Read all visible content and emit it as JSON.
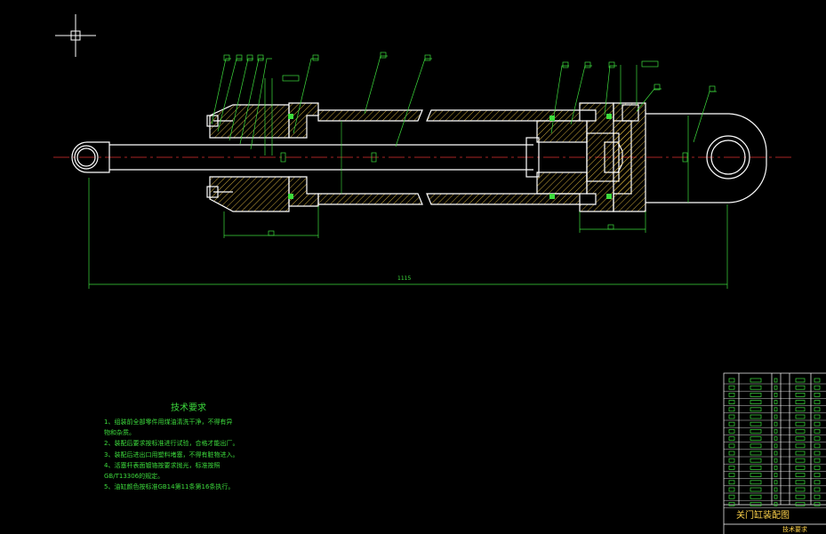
{
  "drawing": {
    "dimension_overall": "1115",
    "technical_requirements": {
      "title": "技术要求",
      "items": [
        "1、组装前全部零件用煤油清洗干净，不得有异",
        "   物和杂质。",
        "2、装配后要求按标准进行试验，合格才能出厂。",
        "3、装配后进出口用塑料堵塞，不得有脏物进入。",
        "4、活塞杆表面镀铬按要求抛光，标准按照",
        "GB/T13306的规定。",
        "5、油缸颜色按标准GB14第11条第16条执行。"
      ]
    },
    "title_block": {
      "drawing_name": "关门缸装配图",
      "sub_text": "技术要求"
    }
  },
  "colors": {
    "background": "#000000",
    "outline": "#ffffff",
    "hatch": "#ffd34a",
    "dimension": "#3ddc3d",
    "centerline": "#e03030",
    "table": "#ffffff"
  }
}
